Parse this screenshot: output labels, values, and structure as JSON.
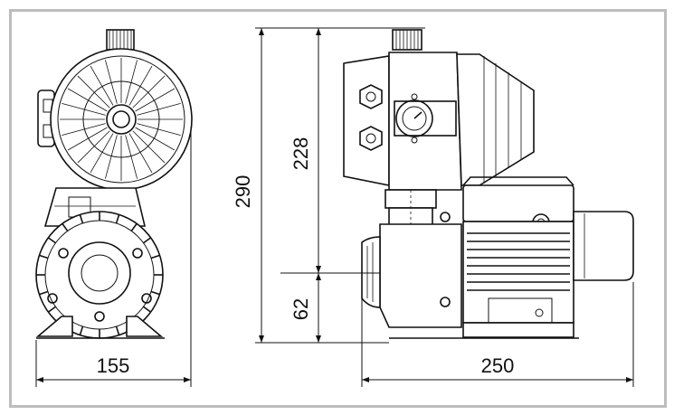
{
  "dimensions": {
    "front_width": "155",
    "side_length": "250",
    "total_height": "290",
    "switch_height": "228",
    "axis_height": "62"
  },
  "colors": {
    "frame_border": "#bdbdbd",
    "line": "#111111",
    "background": "#ffffff"
  }
}
